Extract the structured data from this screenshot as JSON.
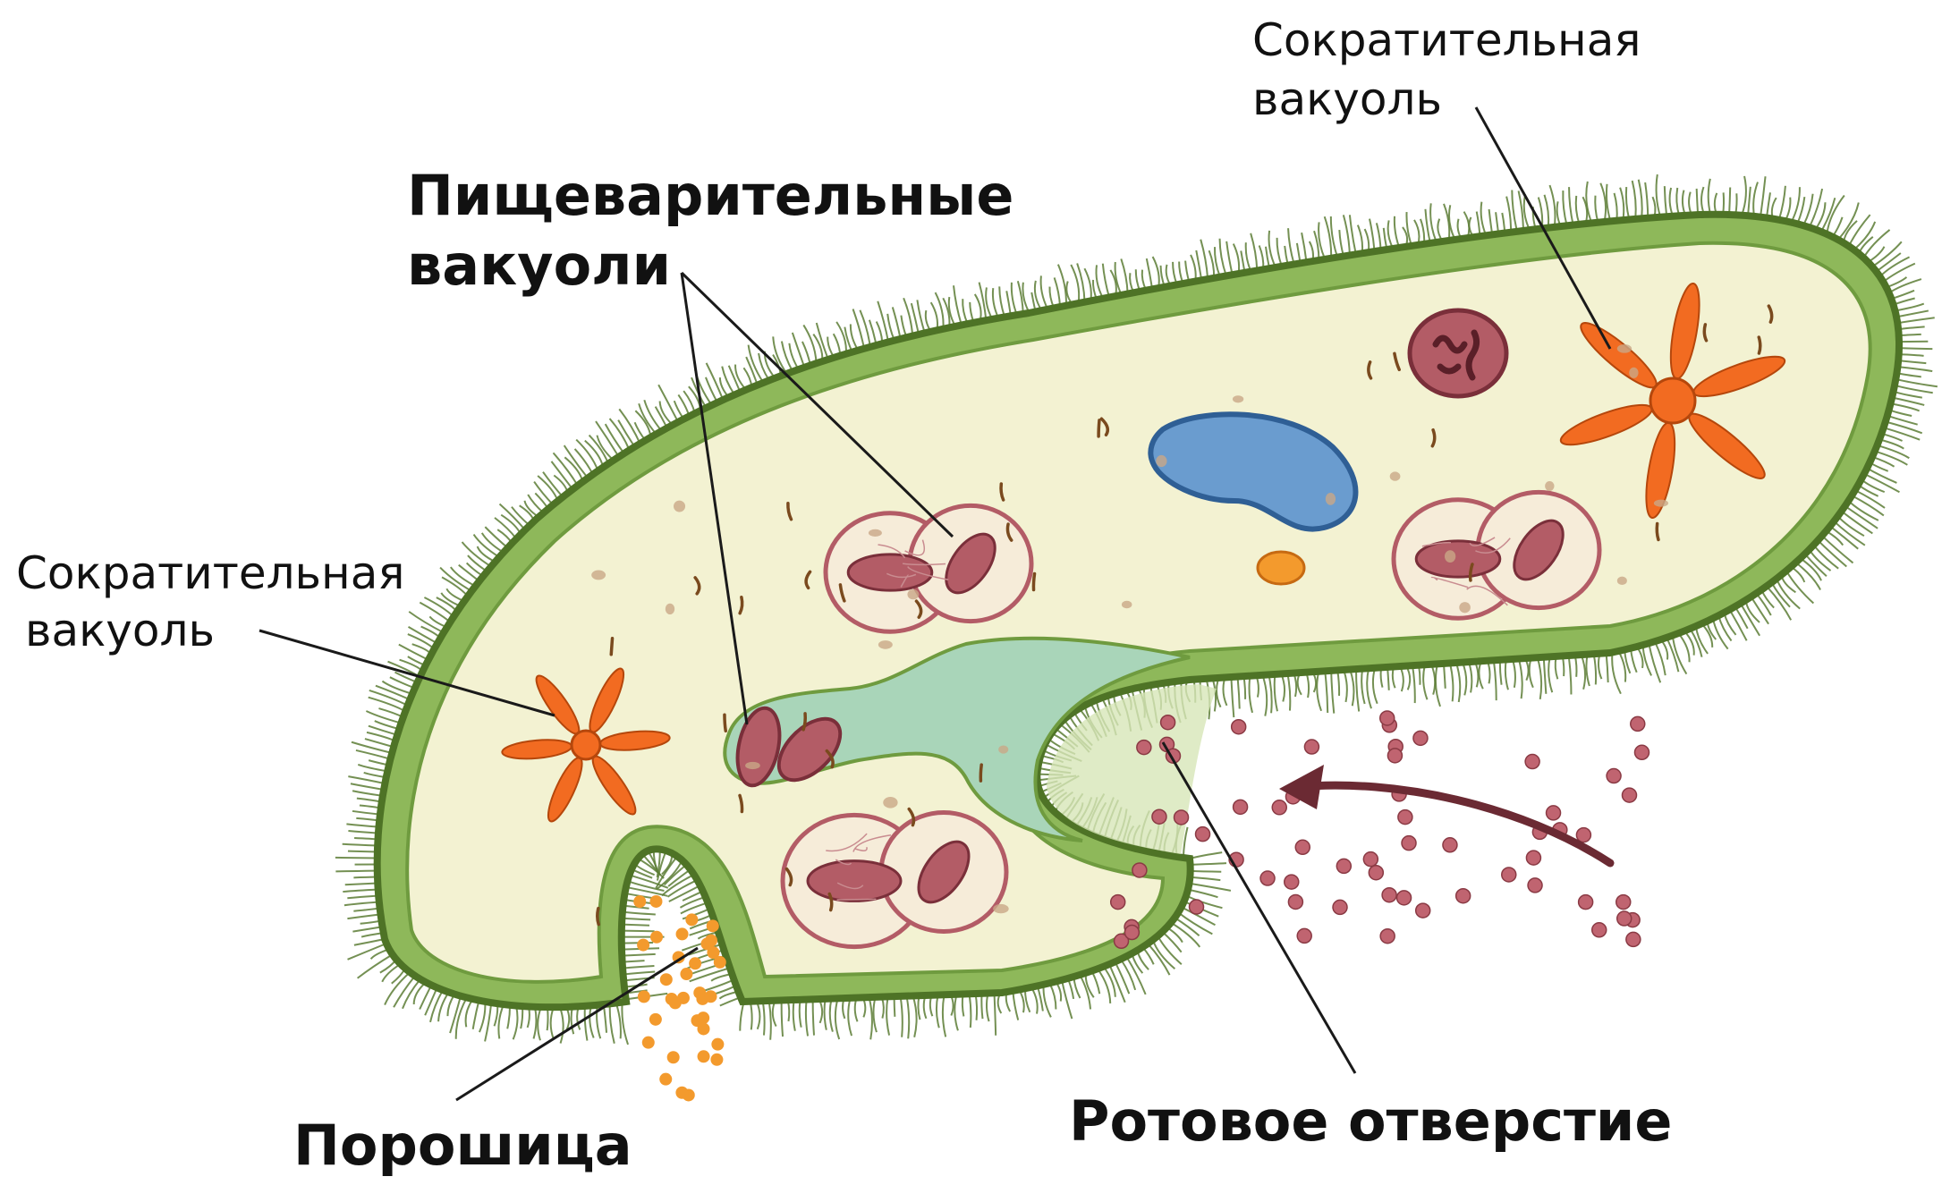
{
  "labels": {
    "contractile_vacuole_top": [
      "Сократительная",
      "вакуоль"
    ],
    "digestive_vacuoles": [
      "Пищеварительные",
      "вакуоли"
    ],
    "contractile_vacuole_left": [
      "Сократительная",
      "вакуоль"
    ],
    "anal_pore": "Порошица",
    "mouth": "Ротовое отверстие"
  },
  "colors": {
    "membrane": "#6f9b3f",
    "membrane_dark": "#4e7326",
    "cytoplasm": "#f3f2d2",
    "cilia": "#5c7d35",
    "gullet": "#a9d5b9",
    "macronucleus": "#6a9ccf",
    "contractile_vacuole": "#f26b21",
    "digestive_vacuole": "#b35c66",
    "food_particles": "#c06470",
    "waste_particles": "#f39a2d"
  }
}
